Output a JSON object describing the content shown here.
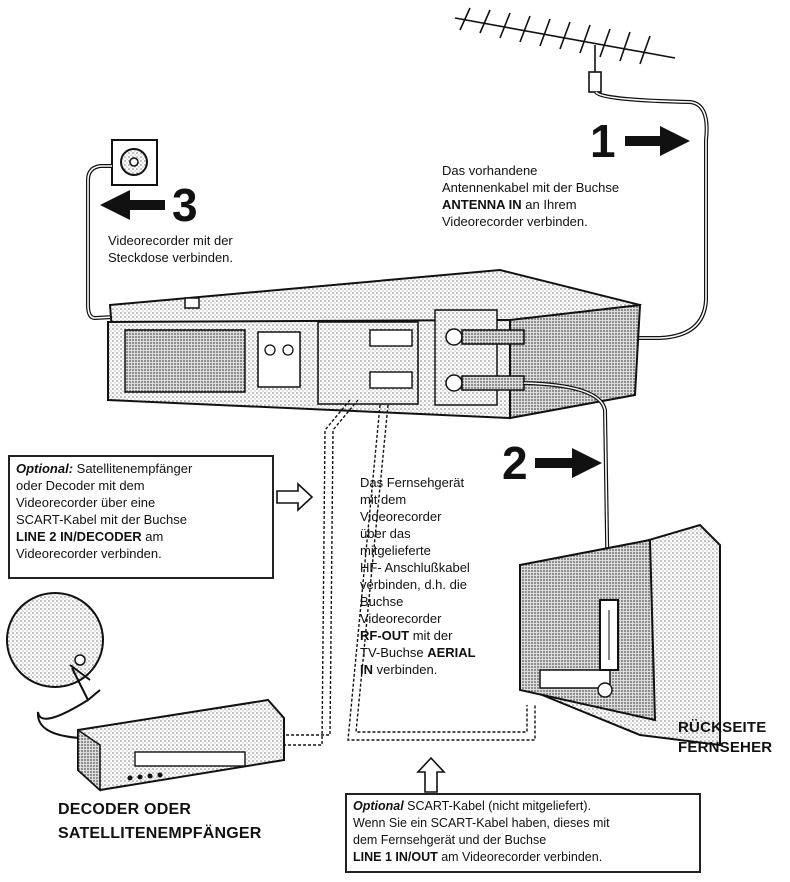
{
  "steps": {
    "step1": {
      "number": "1",
      "line1": "Das vorhandene",
      "line2_a": "Antennenkabel  mit der Buchse",
      "line3_bold": "ANTENNA IN",
      "line3_rest": " an Ihrem",
      "line4": "Videorecorder verbinden."
    },
    "step2": {
      "number": "2",
      "lines": [
        "Das Fernsehgerät",
        "mit dem",
        "Videorecorder",
        "über das",
        "mitgelieferte",
        "HF- Anschlußkabel",
        "verbinden, d.h. die",
        "Buchse",
        "Videorecorder"
      ],
      "rf_bold": "RF-OUT",
      "rf_rest": " mit der",
      "tv_line_a": "TV-Buchse ",
      "tv_line_bold": "AERIAL",
      "in_bold": "IN",
      "in_rest": " verbinden."
    },
    "step3": {
      "number": "3",
      "line1": "Videorecorder mit der",
      "line2": "Steckdose verbinden."
    }
  },
  "optional_left": {
    "label": "Optional:",
    "line1_rest": " Satellitenempfänger",
    "line2": "oder Decoder  mit dem",
    "line3": "Videorecorder  über eine",
    "line4": "SCART-Kabel mit der Buchse",
    "line5_bold": "LINE 2 IN/DECODER",
    "line5_rest": "  am",
    "line6": "Videorecorder verbinden."
  },
  "optional_bottom": {
    "label": "Optional",
    "line1_rest": " SCART-Kabel (nicht mitgeliefert).",
    "line2": "Wenn Sie ein SCART-Kabel haben, dieses mit",
    "line3": "dem Fernsehgerät und der Buchse",
    "line4_bold": "LINE 1 IN/OUT",
    "line4_rest": " am Videorecorder verbinden."
  },
  "labels": {
    "tv_back_line1": "RÜCKSEITE",
    "tv_back_line2": "FERNSEHER",
    "decoder_line1": "DECODER ODER",
    "decoder_line2": "SATELLITENEMPFÄNGER"
  },
  "colors": {
    "ink": "#111111",
    "shade": "#9a9a9a",
    "paper": "#ffffff"
  }
}
